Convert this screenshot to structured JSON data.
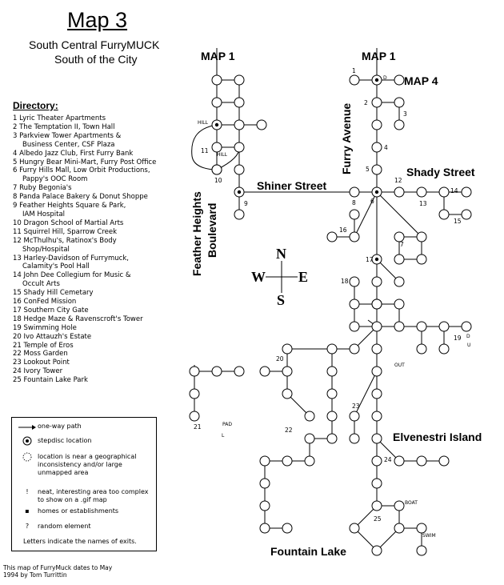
{
  "header": {
    "title": "Map 3",
    "subtitle1": "South Central FurryMUCK",
    "subtitle2": "South of the City"
  },
  "directory": {
    "title": "Directory:",
    "items": [
      [
        "1 Lyric Theater Apartments"
      ],
      [
        "2 The Temptation II, Town Hall"
      ],
      [
        "3 Parkview Tower Apartments &",
        "Business Center, CSF Plaza"
      ],
      [
        "4 Albedo Jazz Club, First Furry Bank"
      ],
      [
        "5 Hungry Bear Mini-Mart, Furry Post Office"
      ],
      [
        "6 Furry Hills Mall, Low Orbit Productions,",
        "Pappy's OOC Room"
      ],
      [
        "7 Ruby Begonia's"
      ],
      [
        "8 Panda Palace Bakery & Donut Shoppe"
      ],
      [
        "9 Feather Heights Square & Park,",
        "IAM Hospital"
      ],
      [
        "10 Dragon School of Martial Arts"
      ],
      [
        "11 Squirrel Hill, Sparrow Creek"
      ],
      [
        "12 McThulhu's, Ratinox's Body",
        "Shop/Hospital"
      ],
      [
        "13 Harley-Davidson of Furrymuck,",
        "Calamity's Pool Hall"
      ],
      [
        "14 John Dee Collegium for Music &",
        "Occult Arts"
      ],
      [
        "15 Shady Hill Cemetary"
      ],
      [
        "16 ConFed Mission"
      ],
      [
        "17 Southern City Gate"
      ],
      [
        "18 Hedge Maze & Ravenscroft's Tower"
      ],
      [
        "19 Swimming Hole"
      ],
      [
        "20 Ivo Attauzh's Estate"
      ],
      [
        "21 Temple of Eros"
      ],
      [
        "22 Moss Garden"
      ],
      [
        "23 Lookout Point"
      ],
      [
        "24 Ivory Tower"
      ],
      [
        "25 Fountain Lake Park"
      ]
    ]
  },
  "legend": {
    "one_way": "one-way path",
    "stepdisc": "stepdisc location",
    "inconsistency": "location is near a geographical inconsistency and/or large unmapped area",
    "neat_symbol": "!",
    "neat": "neat, interesting area too complex to show on a .gif map",
    "homes_symbol": "▪",
    "homes": "homes or establishments",
    "random_symbol": "?",
    "random": "random element",
    "letters": "Letters indicate the names of exits."
  },
  "credit": "This map of FurryMuck dates to May 1994 by Tom Turrittin",
  "map_labels": {
    "map1_left": "MAP 1",
    "map1_right": "MAP 1",
    "map4": "MAP 4",
    "furry_avenue": "Furry Avenue",
    "shady_street": "Shady Street",
    "shiner_street": "Shiner Street",
    "feather_heights_1": "Feather Heights",
    "feather_heights_2": "Boulevard",
    "elvenestri_island": "Elvenestri Island",
    "fountain_lake": "Fountain Lake"
  },
  "compass": {
    "n": "N",
    "s": "S",
    "e": "E",
    "w": "W"
  },
  "exit_labels": {
    "hill1": "HILL",
    "hill2": "HILL",
    "out": "OUT",
    "pad": "PAD",
    "l": "L",
    "boat": "BOAT",
    "swim": "SWIM",
    "d1": "D",
    "d2": "D",
    "u": "U"
  },
  "numbers": {
    "n1": "1",
    "n2": "2",
    "n3": "3",
    "n4": "4",
    "n5": "5",
    "n6": "6",
    "n7": "7",
    "n8": "8",
    "n9": "9",
    "n10": "10",
    "n11": "11",
    "n12": "12",
    "n13": "13",
    "n14": "14",
    "n15": "15",
    "n16": "16",
    "n17": "17",
    "n18": "18",
    "n19": "19",
    "n20": "20",
    "n21": "21",
    "n22": "22",
    "n23": "23",
    "n24": "24",
    "n25": "25"
  }
}
